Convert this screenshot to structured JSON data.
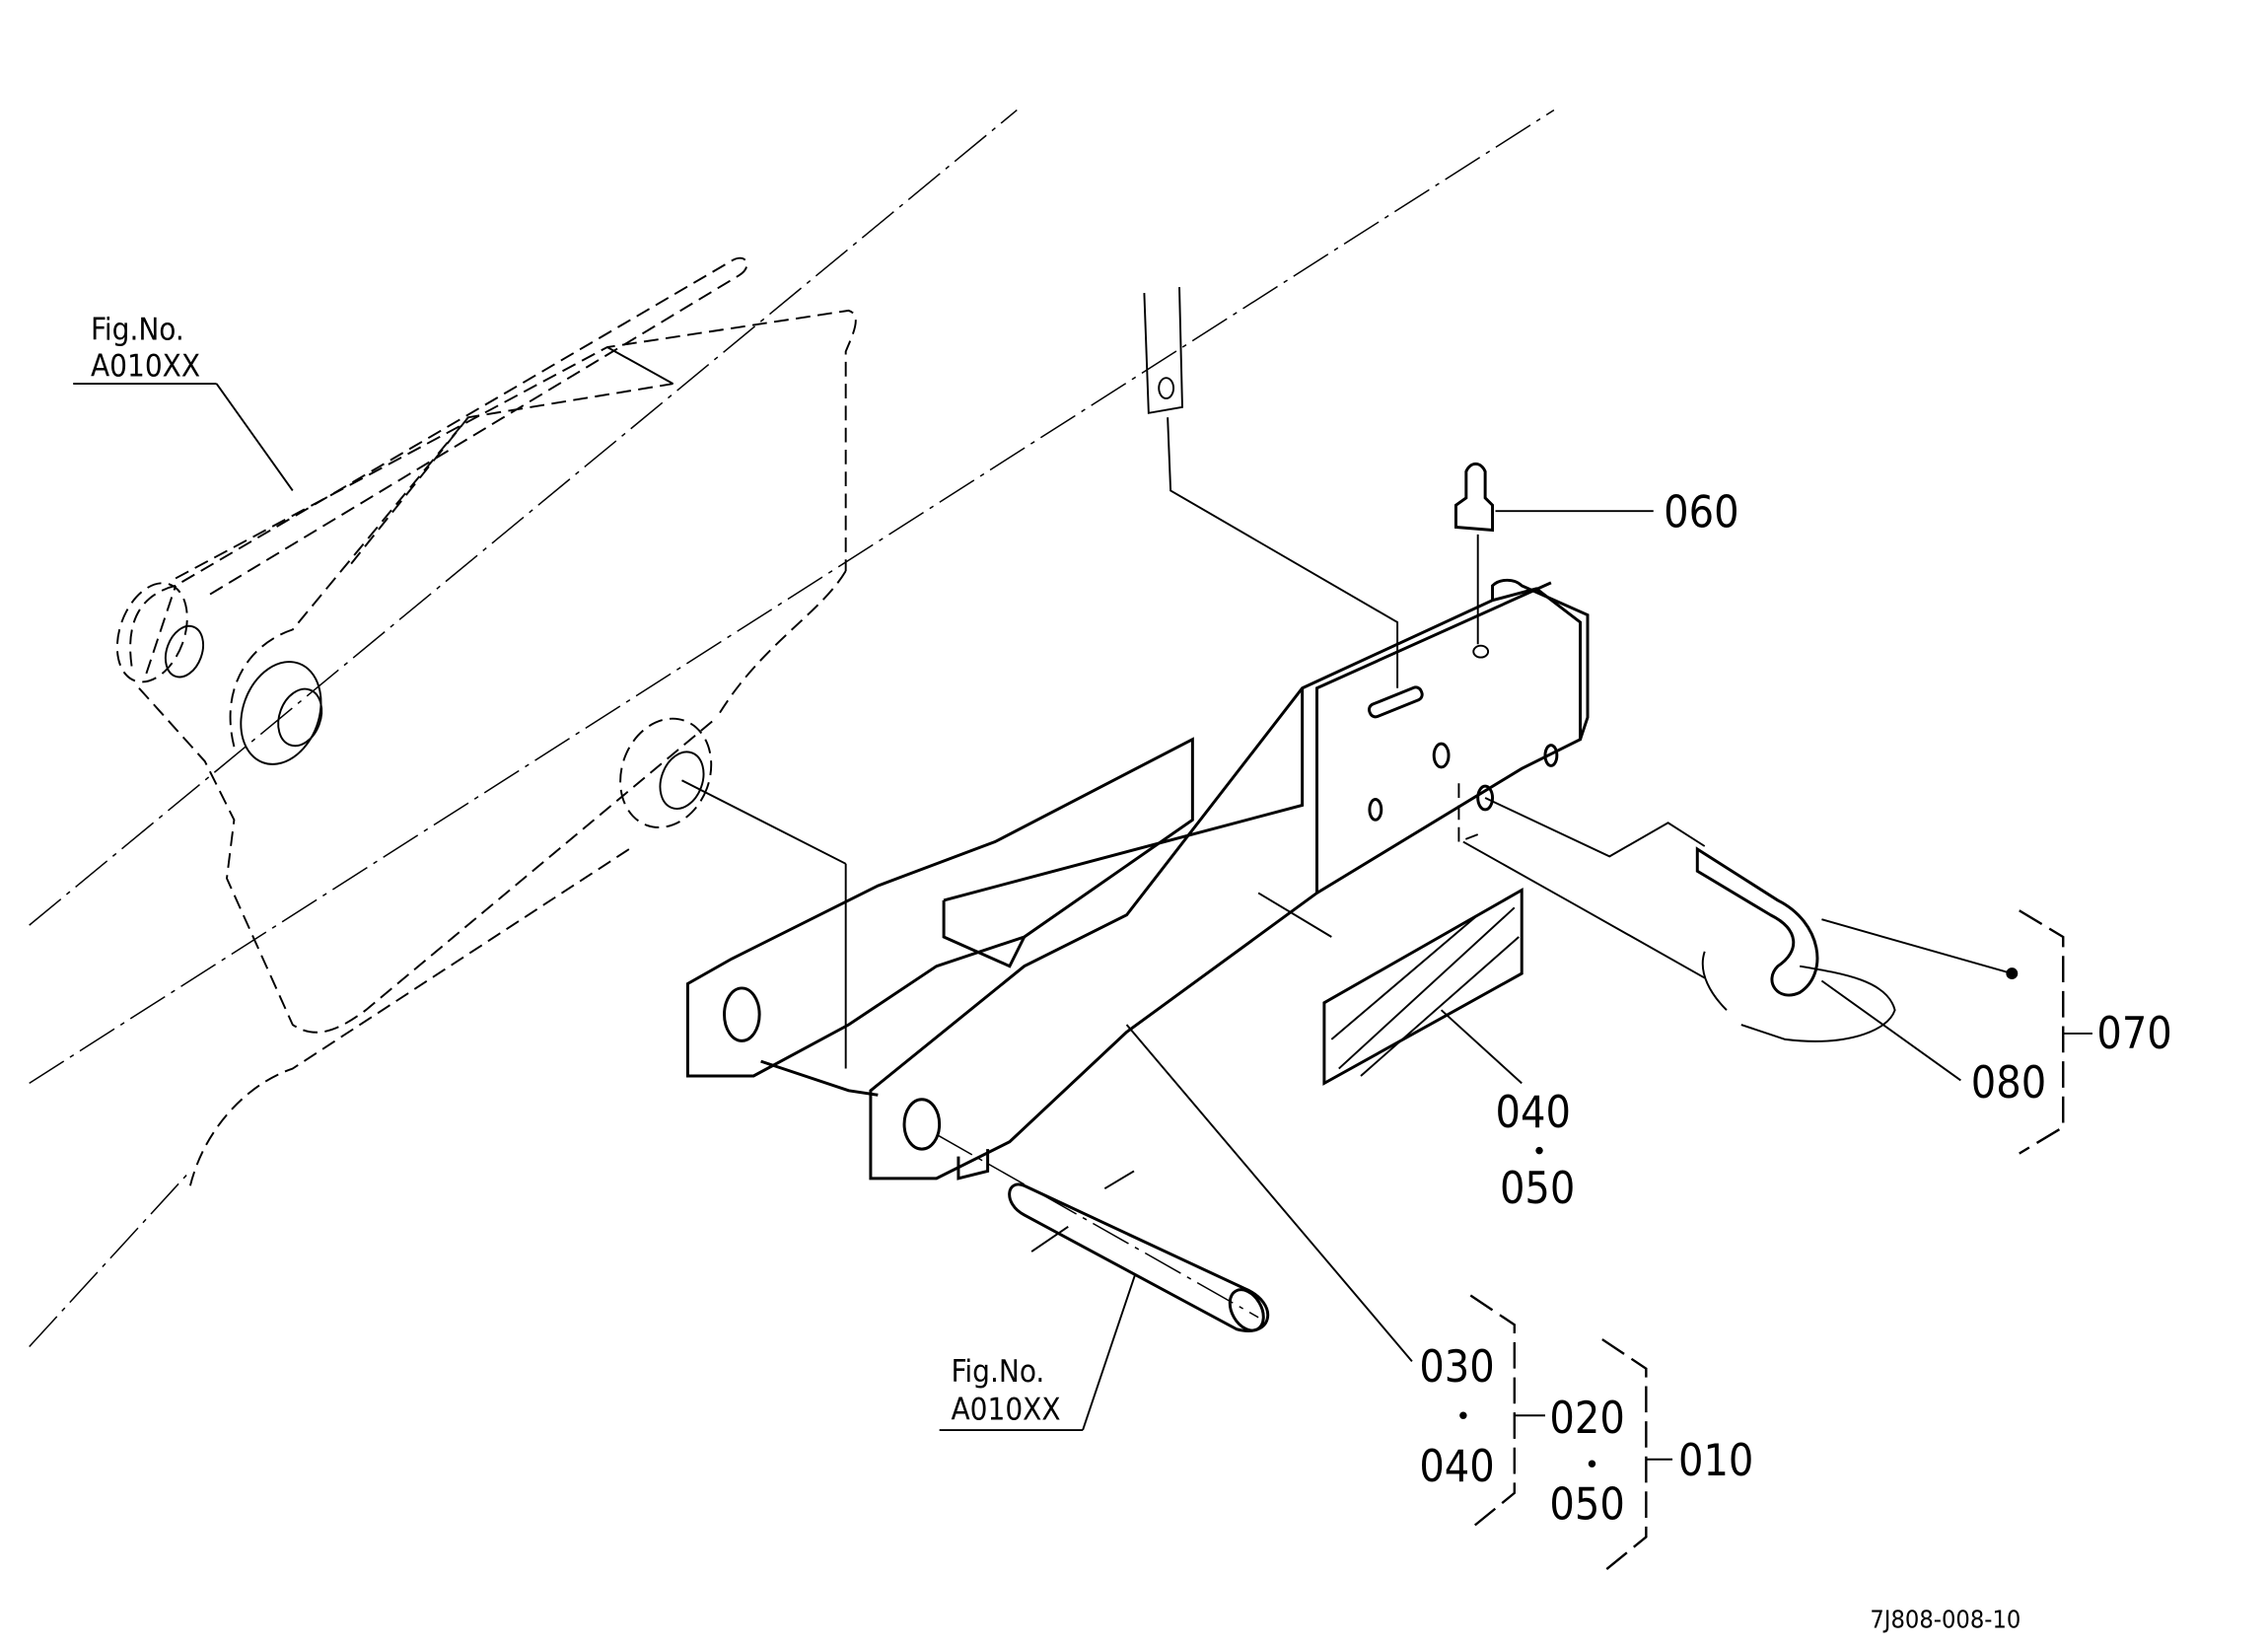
{
  "diagram_id": "7J808-008-10",
  "fig_refs": [
    {
      "line1": "Fig.No.",
      "line2": "A010XX"
    },
    {
      "line1": "Fig.No.",
      "line2": "A010XX"
    }
  ],
  "callouts": {
    "p010": "010",
    "p020": "020",
    "p030": "030",
    "p040_a": "040",
    "p040_b": "040",
    "p050_a": "050",
    "p050_b": "050",
    "p060": "060",
    "p070": "070",
    "p080": "080"
  }
}
